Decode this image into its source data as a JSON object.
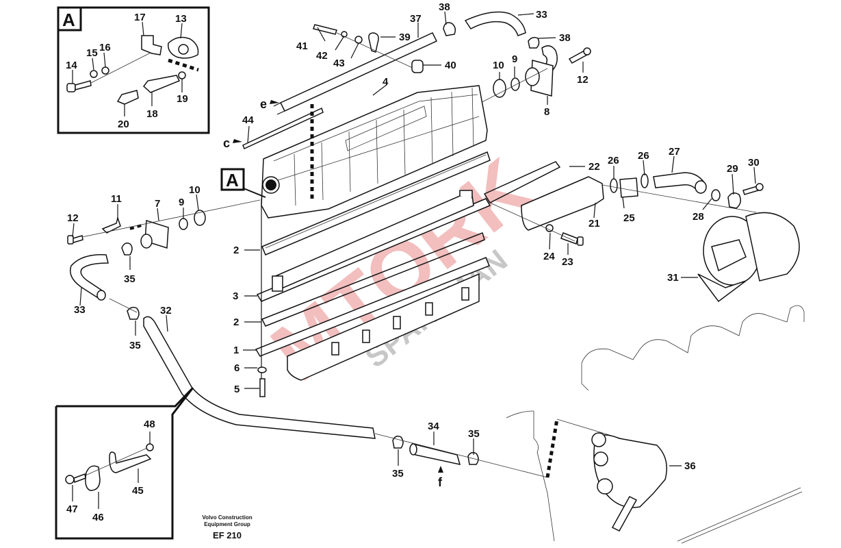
{
  "diagram": {
    "caption": {
      "company_line1": "Volvo Construction",
      "company_line2": "Equipment Group",
      "code": "EF 210"
    },
    "watermark": {
      "main": "MTORK",
      "sub": "SPAREMAN"
    },
    "detail_marker": "A",
    "inset_top": {
      "label": "A",
      "callouts": [
        "13",
        "14",
        "15",
        "16",
        "17",
        "18",
        "19",
        "20"
      ]
    },
    "inset_bottom": {
      "callouts": [
        "45",
        "46",
        "47",
        "48"
      ]
    },
    "flow_markers": [
      "e",
      "c",
      "f"
    ],
    "callouts": {
      "c1": "1",
      "c2a": "2",
      "c2b": "2",
      "c3": "3",
      "c4": "4",
      "c5": "5",
      "c6": "6",
      "c7": "7",
      "c8": "8",
      "c9a": "9",
      "c9b": "9",
      "c10a": "10",
      "c10b": "10",
      "c11": "11",
      "c12a": "12",
      "c12b": "12",
      "c21": "21",
      "c22": "22",
      "c23": "23",
      "c24": "24",
      "c25": "25",
      "c26a": "26",
      "c26b": "26",
      "c27": "27",
      "c28": "28",
      "c29": "29",
      "c30": "30",
      "c31": "31",
      "c32": "32",
      "c33a": "33",
      "c33b": "33",
      "c34": "34",
      "c35a": "35",
      "c35b": "35",
      "c35c": "35",
      "c35d": "35",
      "c36": "36",
      "c37": "37",
      "c38a": "38",
      "c38b": "38",
      "c39": "39",
      "c40": "40",
      "c41": "41",
      "c42": "42",
      "c43": "43",
      "c44": "44"
    }
  }
}
